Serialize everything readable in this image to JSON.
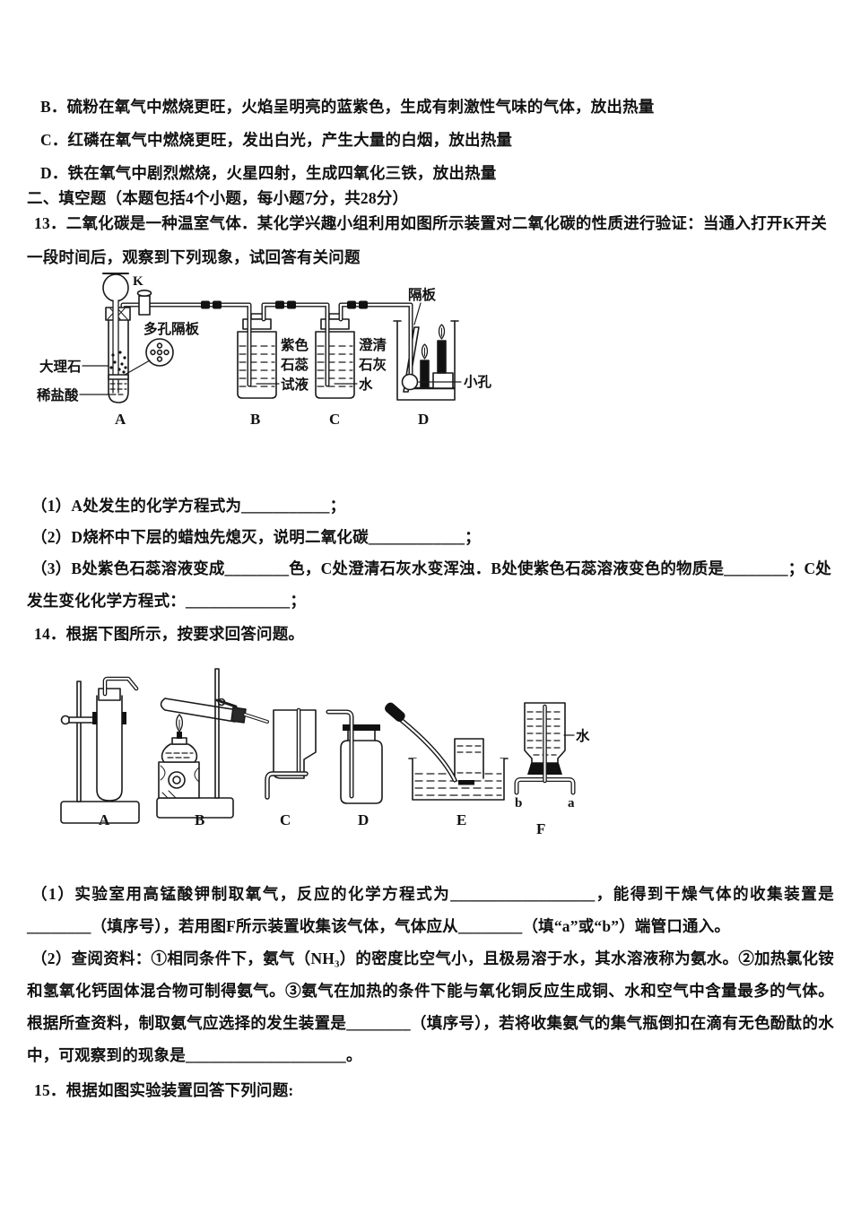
{
  "document": {
    "options": [
      "B．硫粉在氧气中燃烧更旺，火焰呈明亮的蓝紫色，生成有刺激性气味的气体，放出热量",
      "C．红磷在氧气中燃烧更旺，发出白光，产生大量的白烟，放出热量",
      "D．铁在氧气中剧烈燃烧，火星四射，生成四氧化三铁，放出热量"
    ],
    "section_heading": "二、填空题（本题包括4个小题，每小题7分，共28分）",
    "q13": {
      "stem": "13．二氧化碳是一种温室气体．某化学兴趣小组利用如图所示装置对二氧化碳的性质进行验证：当通入打开K开关一段时间后，观察到下列现象，试回答有关问题",
      "parts": [
        "（1）A处发生的化学方程式为___________；",
        "（2）D烧杯中下层的蜡烛先熄灭，说明二氧化碳____________；",
        "（3）B处紫色石蕊溶液变成________色，C处澄清石灰水变浑浊．B处使紫色石蕊溶液变色的物质是________；C处发生变化化学方程式：_____________；"
      ],
      "diagram": {
        "valve_label": "K",
        "porous_plate_label": "多孔隔板",
        "marble_label": "大理石",
        "acid_label": "稀盐酸",
        "litmus_lines": [
          "紫色",
          "石蕊",
          "试液"
        ],
        "limewater_lines": [
          "澄清",
          "石灰",
          "水"
        ],
        "baffle_label": "隔板",
        "hole_label": "小孔",
        "labels": [
          "A",
          "B",
          "C",
          "D"
        ]
      }
    },
    "q14": {
      "stem": "14．根据下图所示，按要求回答问题。",
      "parts": [
        "（1）实验室用高锰酸钾制取氧气，反应的化学方程式为__________________，能得到干燥气体的收集装置是________（填序号），若用图F所示装置收集该气体，气体应从________（填“a”或“b”）端管口通入。",
        "（2）查阅资料：①相同条件下，氨气（NH₃）的密度比空气小，且极易溶于水，其水溶液称为氨水。②加热氯化铵和氢氧化钙固体混合物可制得氨气。③氨气在加热的条件下能与氧化铜反应生成铜、水和空气中含量最多的气体。根据所查资料，制取氨气应选择的发生装置是________（填序号），若将收集氨气的集气瓶倒扣在滴有无色酚酞的水中，可观察到的现象是____________________。"
      ],
      "diagram": {
        "water_label": "水",
        "port_a": "a",
        "port_b": "b",
        "labels": [
          "A",
          "B",
          "C",
          "D",
          "E",
          "F"
        ]
      }
    },
    "q15": {
      "stem": "15．根据如图实验装置回答下列问题:"
    }
  }
}
